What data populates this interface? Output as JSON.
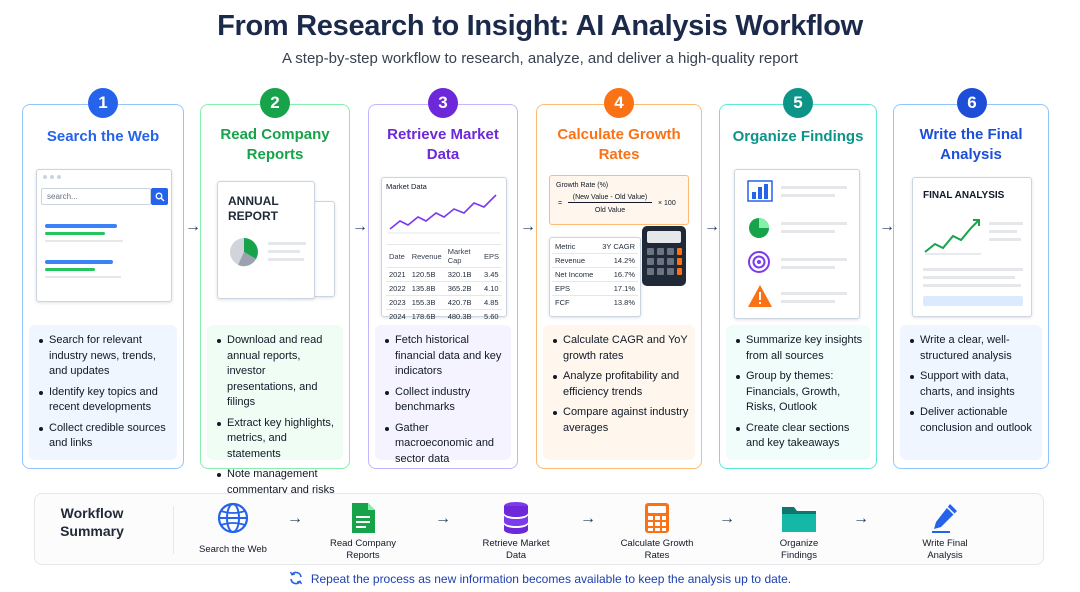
{
  "title": "From Research to Insight: AI Analysis Workflow",
  "subtitle": "A step-by-step workflow to research, analyze, and deliver a high-quality report",
  "colors": {
    "blue": "#2563eb",
    "green": "#16a34a",
    "purple": "#6d28d9",
    "orange": "#f97316",
    "teal": "#0d9488",
    "navy": "#1d4ed8"
  },
  "steps": [
    {
      "num": "1",
      "title_l1": "Search the Web",
      "title_l2": "",
      "bullets": [
        "Search for relevant industry news, trends, and updates",
        "Identify key topics and recent developments",
        "Collect credible sources and links"
      ]
    },
    {
      "num": "2",
      "title_l1": "Read Company",
      "title_l2": "Reports",
      "bullets": [
        "Download and read annual reports, investor presentations, and filings",
        "Extract key highlights, metrics, and statements",
        "Note management commentary and risks"
      ]
    },
    {
      "num": "3",
      "title_l1": "Retrieve Market",
      "title_l2": "Data",
      "bullets": [
        "Fetch historical financial data and key indicators",
        "Collect industry benchmarks",
        "Gather macroeconomic and sector data"
      ]
    },
    {
      "num": "4",
      "title_l1": "Calculate Growth",
      "title_l2": "Rates",
      "bullets": [
        "Calculate CAGR and YoY growth rates",
        "Analyze profitability and efficiency trends",
        "Compare against industry averages"
      ]
    },
    {
      "num": "5",
      "title_l1": "Organize Findings",
      "title_l2": "",
      "bullets": [
        "Summarize key insights from all sources",
        "Group by themes: Financials, Growth, Risks, Outlook",
        "Create clear sections and key takeaways"
      ]
    },
    {
      "num": "6",
      "title_l1": "Write the Final",
      "title_l2": "Analysis",
      "bullets": [
        "Write a clear, well-structured analysis",
        "Support with data, charts, and insights",
        "Deliver actionable conclusion and outlook"
      ]
    }
  ],
  "search_mock": {
    "placeholder": "search..."
  },
  "report_mock": {
    "line1": "ANNUAL",
    "line2": "REPORT"
  },
  "market_mock": {
    "label": "Market Data",
    "headers": [
      "Date",
      "Revenue",
      "Market Cap",
      "EPS"
    ],
    "rows": [
      [
        "2021",
        "120.5B",
        "320.1B",
        "3.45"
      ],
      [
        "2022",
        "135.8B",
        "365.2B",
        "4.10"
      ],
      [
        "2023",
        "155.3B",
        "420.7B",
        "4.85"
      ],
      [
        "2024",
        "178.6B",
        "480.3B",
        "5.60"
      ]
    ]
  },
  "growth_mock": {
    "formula_title": "Growth Rate (%)",
    "numerator": "(New Value - Old Value)",
    "denominator": "Old Value",
    "eq": "=",
    "multiplier": "× 100",
    "headers": [
      "Metric",
      "3Y CAGR"
    ],
    "rows": [
      [
        "Revenue",
        "14.2%"
      ],
      [
        "Net Income",
        "16.7%"
      ],
      [
        "EPS",
        "17.1%"
      ],
      [
        "FCF",
        "13.8%"
      ]
    ]
  },
  "final_mock": {
    "label": "FINAL ANALYSIS"
  },
  "summary": {
    "label_l1": "Workflow",
    "label_l2": "Summary",
    "items": [
      {
        "l1": "Search the Web",
        "l2": ""
      },
      {
        "l1": "Read Company",
        "l2": "Reports"
      },
      {
        "l1": "Retrieve Market",
        "l2": "Data"
      },
      {
        "l1": "Calculate Growth",
        "l2": "Rates"
      },
      {
        "l1": "Organize",
        "l2": "Findings"
      },
      {
        "l1": "Write Final",
        "l2": "Analysis"
      }
    ]
  },
  "arrow_glyph": "→",
  "footer": "Repeat the process as new information becomes available to keep the analysis up to date."
}
